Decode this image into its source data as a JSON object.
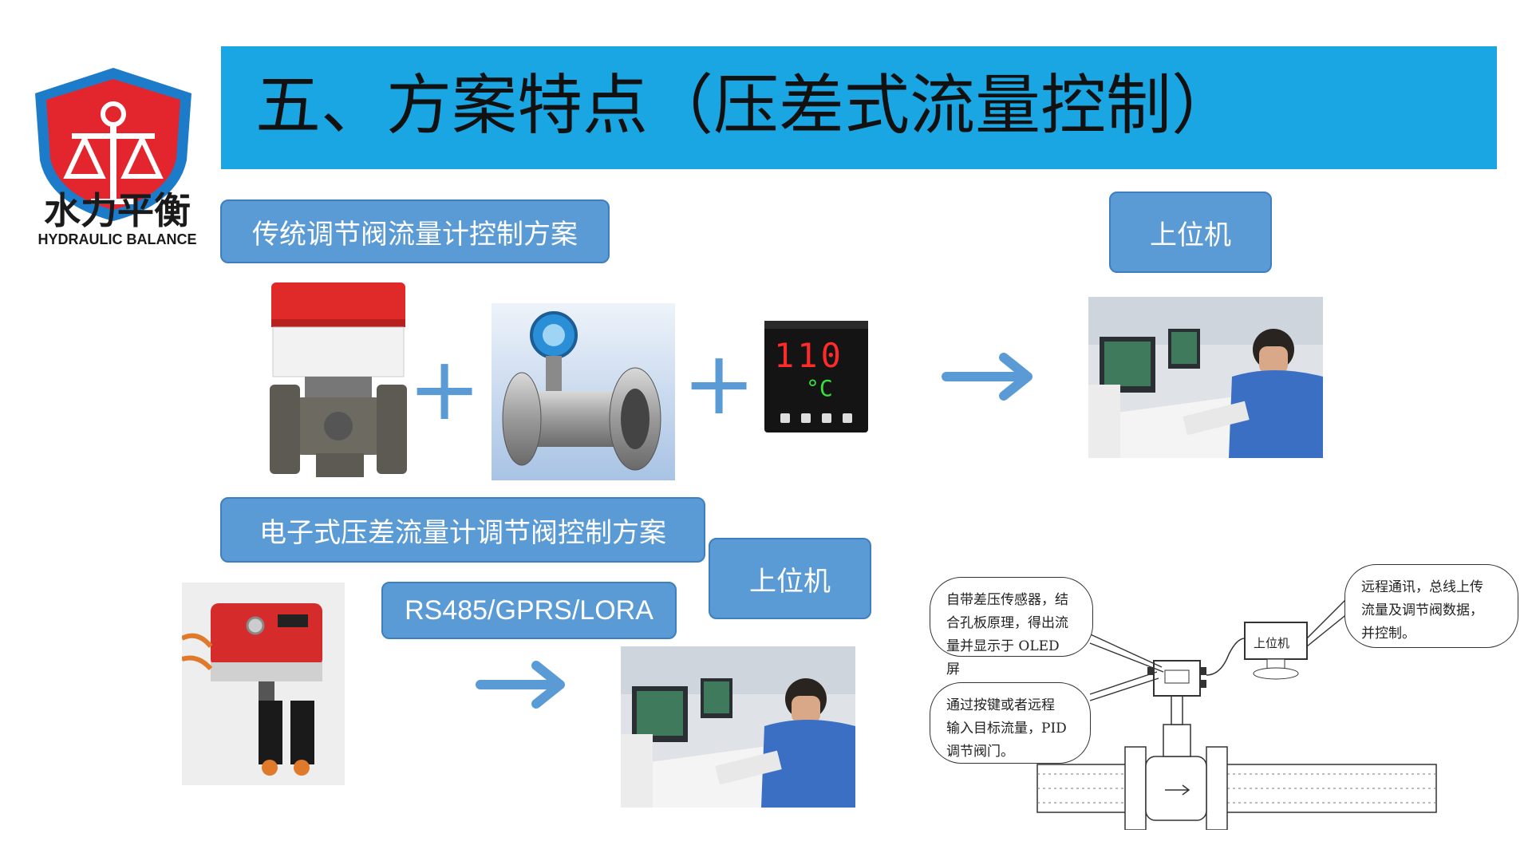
{
  "logo": {
    "name_cn": "水力平衡",
    "name_en": "HYDRAULIC BALANCE"
  },
  "title": "五、方案特点（压差式流量控制）",
  "labels": {
    "traditional": "传统调节阀流量计控制方案",
    "host_top": "上位机",
    "electronic": "电子式压差流量计调节阀控制方案",
    "host_mid": "上位机",
    "protocol": "RS485/GPRS/LORA"
  },
  "controller_display": {
    "value": "110",
    "unit": "°C"
  },
  "diagram": {
    "bubble_sensor": [
      "自带差压传感器，结",
      "合孔板原理，得出流",
      "量并显示于 OLED 屏"
    ],
    "bubble_input": [
      "通过按键或者远程",
      "输入目标流量，PID",
      "调节阀门。"
    ],
    "bubble_remote": [
      "远程通讯，总线上传",
      "流量及调节阀数据，",
      "并控制。"
    ],
    "computer_label": "上位机"
  },
  "colors": {
    "banner": "#1aa6e2",
    "label_fill": "#5b9bd5",
    "arrow": "#5b9bd5",
    "logo_red": "#e3262d",
    "logo_blue": "#1d7cc9"
  }
}
